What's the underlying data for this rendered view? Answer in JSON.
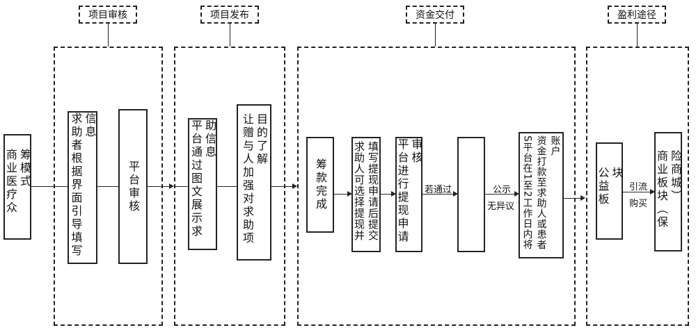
{
  "headers": {
    "review": "项目审核",
    "publish": "项目发布",
    "funds": "资金交付",
    "profit": "盈利途径"
  },
  "boxes": {
    "model": "商业医疗众筹模式",
    "fill_info": "求助者根据界面引导填写信息",
    "platform_review": "平台审核",
    "platform_show": "平台通过图文展示求助信息",
    "donor_learn": "让赠与人加强对求助项目的了解",
    "raise_done": "筹款完成",
    "withdraw_apply": "求助人可选择提现并填写提现申请后提交",
    "withdraw_review": "平台进行提现申请审核",
    "blank": "",
    "transfer": "S平台在1至2工作日内将资金打款至求助人或患者账户",
    "charity": "公益板块",
    "commercial": "商业板块（保险商城）"
  },
  "labels": {
    "if_pass": "若通过",
    "publicity": "公示",
    "no_objection": "无异议",
    "guide": "引流",
    "buy": "购买"
  }
}
